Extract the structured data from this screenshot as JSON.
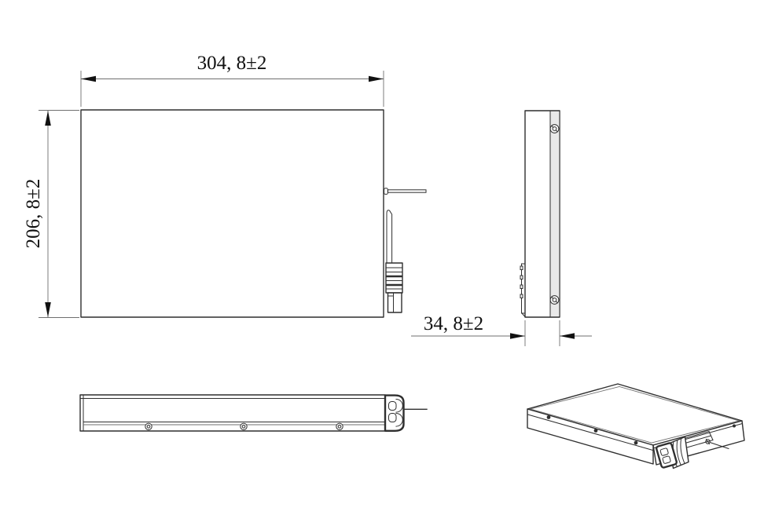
{
  "page": {
    "background": "#ffffff"
  },
  "colors": {
    "line": "#2f2f2f",
    "thin": "#6f6f6f",
    "text": "#111111",
    "shade": "#e9e9e9",
    "screwfill": "#f6f6f6",
    "bg": "#ffffff"
  },
  "dimensions": {
    "width_label": "304, 8±2",
    "height_label": "206, 8±2",
    "thickness_label": "34, 8±2"
  }
}
